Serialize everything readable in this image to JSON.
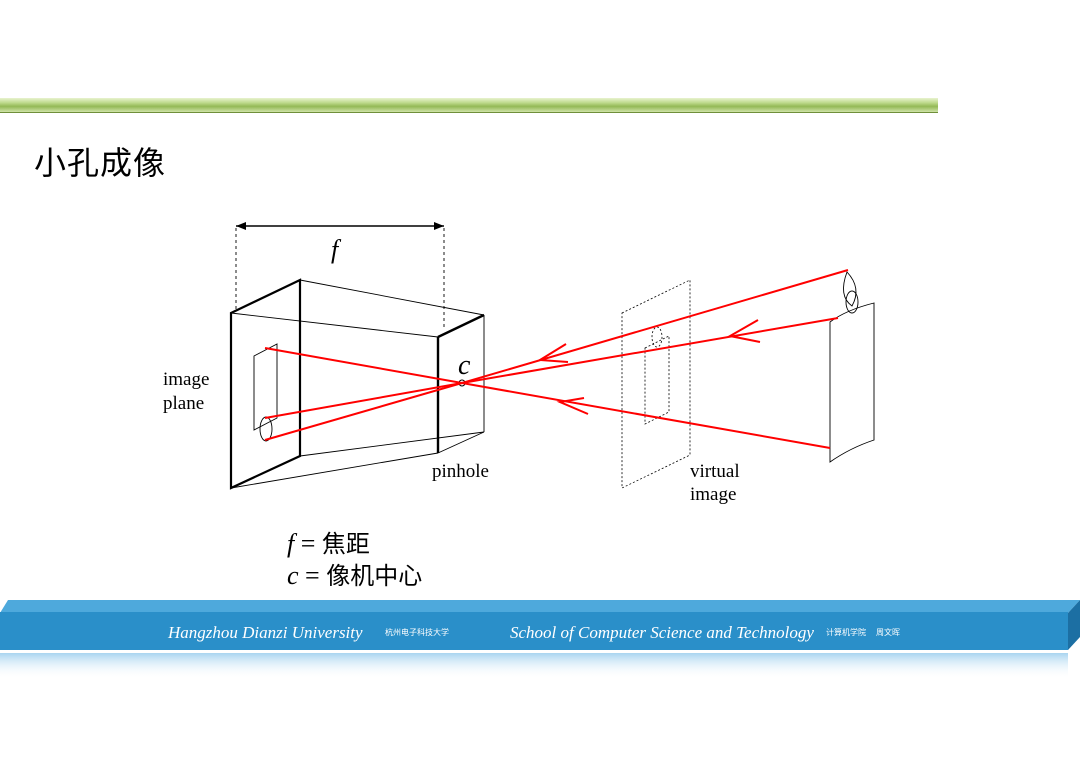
{
  "slide": {
    "title": "小孔成像"
  },
  "diagram": {
    "focal_symbol": "f",
    "center_symbol": "c",
    "image_plane_label_1": "image",
    "image_plane_label_2": "plane",
    "pinhole_label": "pinhole",
    "virtual_image_label_1": "virtual",
    "virtual_image_label_2": "image",
    "ray_color": "#ff0000"
  },
  "formulas": [
    {
      "symbol": "f",
      "eq": " = ",
      "meaning": "焦距"
    },
    {
      "symbol": "c",
      "eq": " = ",
      "meaning": "像机中心"
    }
  ],
  "footer": {
    "university_en": "Hangzhou Dianzi University",
    "university_cn": "杭州电子科技大学",
    "school_en": "School of Computer Science  and Technology",
    "school_cn": "计算机学院",
    "author": "周文晖",
    "bar_color": "#2a8fc9"
  }
}
